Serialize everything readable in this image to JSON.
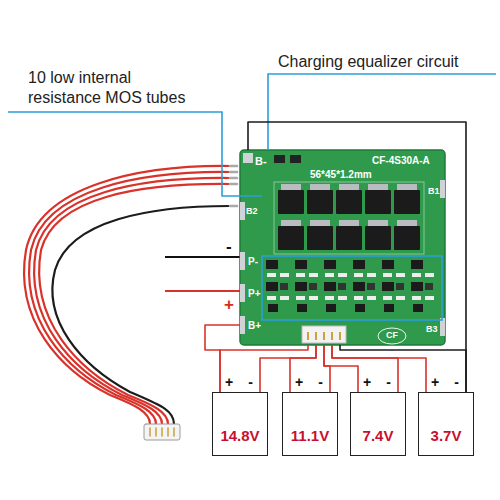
{
  "diagram": {
    "nodes": [
      {
        "text": [
          "B-",
          "CF-4S30A-A",
          "56*45*1.2mm",
          "B1",
          "B2",
          "P-",
          "P+",
          "B+",
          "B3",
          "CF"
        ]
      },
      {
        "text": [
          "+",
          "-",
          "14.8V"
        ]
      },
      {
        "text": [
          "+",
          "-",
          "11.1V"
        ]
      },
      {
        "text": [
          "+",
          "-",
          "7.4V"
        ]
      },
      {
        "text": [
          "+",
          "-",
          "3.7V"
        ]
      }
    ],
    "edges": [
      {
        "from": 0,
        "to": 1,
        "arrow": "none"
      },
      {
        "from": 0,
        "to": 1,
        "arrow": "none"
      },
      {
        "from": 0,
        "to": 1,
        "arrow": "none"
      },
      {
        "from": 0,
        "to": 2,
        "arrow": "none"
      },
      {
        "from": 0,
        "to": 2,
        "arrow": "none"
      },
      {
        "from": 0,
        "to": 3,
        "arrow": "none"
      },
      {
        "from": 0,
        "to": 3,
        "arrow": "none"
      },
      {
        "from": 0,
        "to": 4,
        "arrow": "none"
      },
      {
        "from": 0,
        "to": 4,
        "arrow": "none"
      },
      {
        "from": 0,
        "to": 4,
        "arrow": "none"
      }
    ],
    "labels": [
      "10 low internal resistance MOS tubes",
      "Charging equalizer circuit",
      "-",
      "+"
    ]
  }
}
